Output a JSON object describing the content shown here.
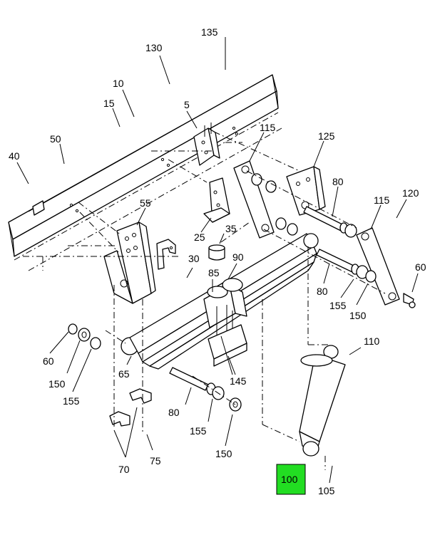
{
  "callouts": {
    "c135": "135",
    "c130": "130",
    "c10": "10",
    "c15": "15",
    "c5": "5",
    "c50": "50",
    "c40": "40",
    "c115a": "115",
    "c125": "125",
    "c80a": "80",
    "c115b": "115",
    "c120": "120",
    "c55": "55",
    "c25": "25",
    "c35": "35",
    "c30": "30",
    "c90": "90",
    "c85": "85",
    "c60a": "60",
    "c80b": "80",
    "c155a": "155",
    "c150a": "150",
    "c60b": "60",
    "c150b": "150",
    "c155b": "155",
    "c65": "65",
    "c145": "145",
    "c110": "110",
    "c80c": "80",
    "c155c": "155",
    "c150c": "150",
    "c70": "70",
    "c75": "75",
    "c100": "100",
    "c105": "105"
  },
  "highlight": {
    "part": "100",
    "color": "#22dd22"
  }
}
